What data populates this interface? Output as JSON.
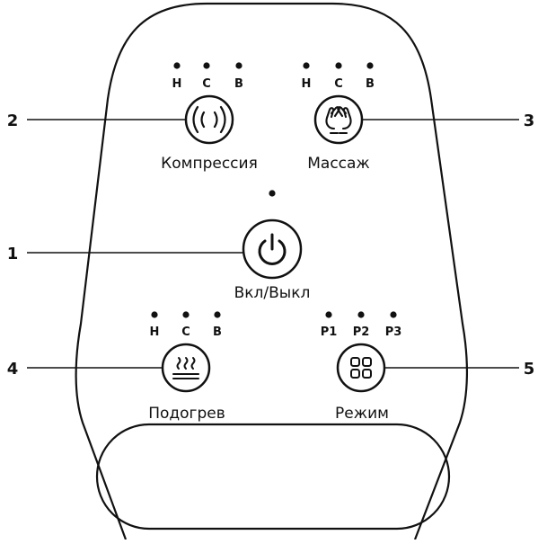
{
  "colors": {
    "stroke": "#111111",
    "background": "#ffffff"
  },
  "levels_hcb": [
    "Н",
    "С",
    "В"
  ],
  "levels_modes": [
    "Р1",
    "Р2",
    "Р3"
  ],
  "buttons": {
    "compression": {
      "label": "Компрессия",
      "callout": "2",
      "icon": "compression-waves-icon"
    },
    "massage": {
      "label": "Массаж",
      "callout": "3",
      "icon": "massage-hands-icon"
    },
    "power": {
      "label": "Вкл/Выкл",
      "callout": "1",
      "icon": "power-icon"
    },
    "heating": {
      "label": "Подогрев",
      "callout": "4",
      "icon": "heat-waves-icon"
    },
    "mode": {
      "label": "Режим",
      "callout": "5",
      "icon": "four-squares-icon"
    }
  }
}
